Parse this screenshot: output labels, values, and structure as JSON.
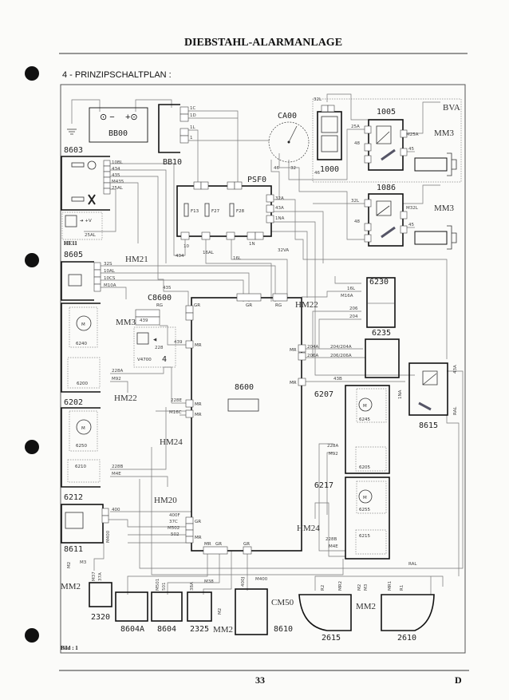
{
  "header": {
    "title": "DIEBSTAHL-ALARMANLAGE",
    "section": "4 - PRINZIPSCHALTPLAN :"
  },
  "footer": {
    "caption": "Bild : 1",
    "page_number": "33",
    "language": "D"
  },
  "components": {
    "bb00": "BB00",
    "bb10": "BB10",
    "ca00": "CA00",
    "c1000": "1000",
    "c1005": "1005",
    "c1086": "1086",
    "c8603": "8603",
    "he11": "HE11",
    "c8605": "8605",
    "psf0": "PSF0",
    "c8600_conn": "C8600",
    "rg": "RG",
    "v4700": "V4700",
    "v4700_num": "4",
    "c8600": "8600",
    "c6240": "6240",
    "c6200": "6200",
    "c6202": "6202",
    "c6250": "6250",
    "c6210": "6210",
    "c6212": "6212",
    "c8611": "8611",
    "c6230": "6230",
    "c6235": "6235",
    "c8615": "8615",
    "c6207": "6207",
    "c6245": "6245",
    "c6205": "6205",
    "c6217": "6217",
    "c6255": "6255",
    "c6215": "6215",
    "c2320": "2320",
    "c8604a": "8604A",
    "c8604": "8604",
    "c2325": "2325",
    "c8610": "8610",
    "c2615": "2615",
    "c2610": "2610"
  },
  "grounds": {
    "bva": "BVA",
    "mm3_a": "MM3",
    "mm3_b": "MM3",
    "mm3_c": "MM3",
    "hm21": "HM21",
    "hm22_a": "HM22",
    "hm22_b": "HM22",
    "hm24_a": "HM24",
    "hm24_b": "HM24",
    "hm20": "HM20",
    "mm2_a": "MM2",
    "mm2_b": "MM2",
    "mm2_c": "MM2",
    "cm50": "CM50"
  },
  "fuses": [
    "F13",
    "F27",
    "F28"
  ],
  "wire_labels": [
    "1C",
    "1D",
    "1L",
    "1",
    "10BL",
    "434",
    "435",
    "M435",
    "25AL",
    "25AL",
    "32L",
    "25A",
    "M25A",
    "48",
    "45",
    "46",
    "32L",
    "M32L",
    "48",
    "45",
    "32",
    "46",
    "32A",
    "43A",
    "1NA",
    "32VA",
    "16L",
    "10",
    "16AL",
    "1N",
    "32S",
    "10AL",
    "10CS",
    "M10A",
    "435",
    "439",
    "439",
    "228",
    "228A",
    "M92",
    "228E",
    "M16C",
    "228B",
    "M4E",
    "400",
    "M400",
    "400F",
    "37C",
    "M502",
    "502",
    "16L",
    "M16A",
    "206",
    "204",
    "204A",
    "206A",
    "204/204A",
    "206/206A",
    "43B",
    "43A",
    "1NA",
    "RAL",
    "228A",
    "M92",
    "228B",
    "M4E",
    "RAL",
    "M3",
    "M2",
    "M37",
    "37A",
    "M501",
    "501",
    "38A",
    "M38",
    "M2",
    "400J",
    "M400",
    "R2",
    "MR2",
    "M2",
    "M3",
    "MR1",
    "R1",
    "434"
  ],
  "pin_labels": [
    "GR",
    "GR",
    "RG",
    "MR",
    "MR",
    "MR",
    "MR",
    "MR",
    "GR",
    "MR",
    "MR",
    "GR",
    "GR"
  ]
}
